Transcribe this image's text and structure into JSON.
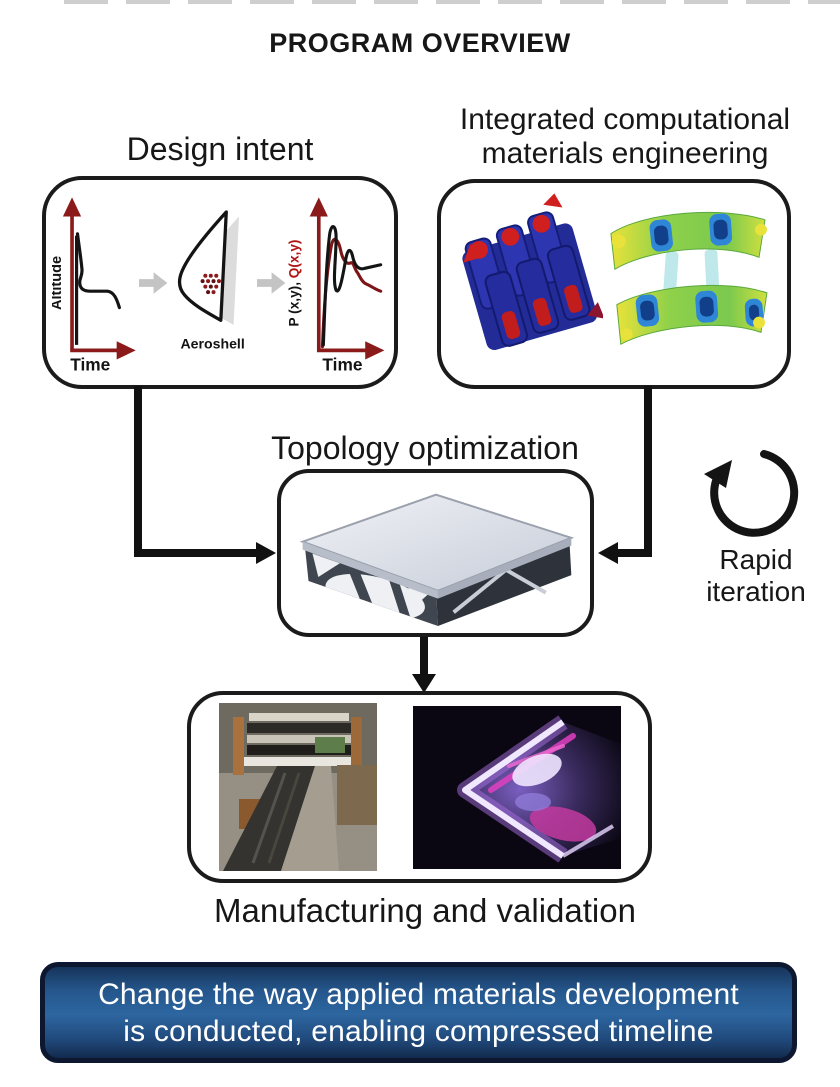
{
  "title": "PROGRAM OVERVIEW",
  "design_intent": {
    "label": "Design intent",
    "altitude_plot": {
      "y_label": "Altitude",
      "x_label": "Time"
    },
    "aeroshell": {
      "label": "Aeroshell"
    },
    "pq_plot": {
      "y_label_black": "P (x,y), ",
      "y_label_red": "Q(x,y)",
      "x_label": "Time"
    }
  },
  "icme": {
    "label_line1": "Integrated computational",
    "label_line2": "materials engineering",
    "images": [
      {
        "name": "voxel-composite-model"
      },
      {
        "name": "fem-stress-contour"
      }
    ]
  },
  "topology": {
    "label": "Topology optimization",
    "image": {
      "name": "topology-optimized-panel"
    }
  },
  "rapid_iteration": {
    "line1": "Rapid",
    "line2": "iteration"
  },
  "manufacturing": {
    "label": "Manufacturing and validation",
    "images": [
      {
        "name": "weaving-loom-photo"
      },
      {
        "name": "arcjet-plasma-test-photo"
      }
    ]
  },
  "banner": {
    "line1": "Change the way applied materials development",
    "line2": "is conducted, enabling compressed timeline"
  },
  "colors": {
    "axis_dark_red": "#8b1a1a",
    "curve_black": "#141414",
    "gray_arrow": "#c4c4c4",
    "connector_black": "#111111",
    "banner_fill": "#2d66a0",
    "banner_border": "#0d1830",
    "banner_text": "#ffffff"
  }
}
